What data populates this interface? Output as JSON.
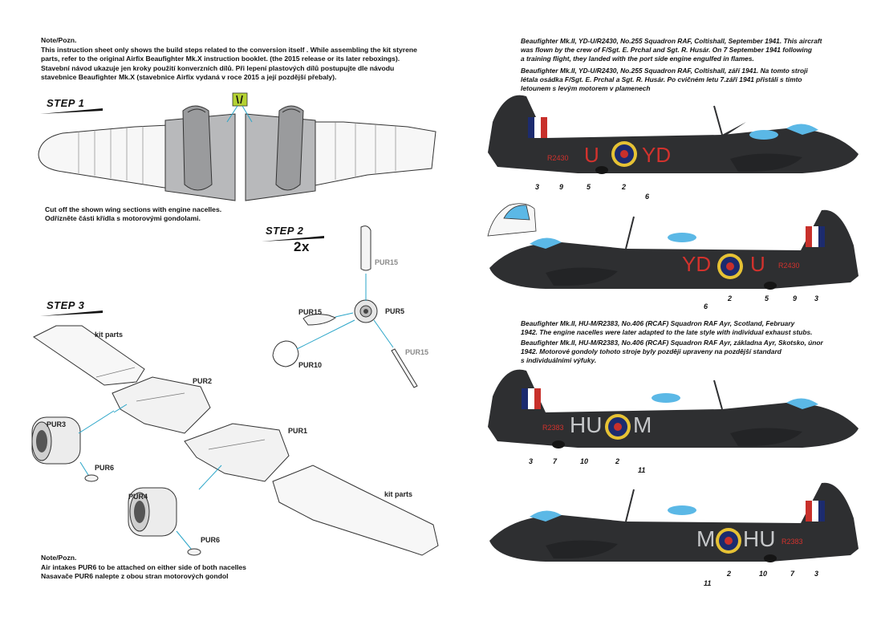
{
  "note_top": {
    "title": "Note/Pozn.",
    "lines": [
      "This instruction sheet only shows the build steps related to the conversion itself . While assembling the kit styrene",
      "parts, refer to the original Airfix Beaufighter Mk.X instruction booklet. (the 2015 release or its later reboxings).",
      "Stavební návod ukazuje jen kroky použití konverzních dílů. Při lepení plastových dílů postupujte dle návodu",
      "stavebnice Beaufighter Mk.X (stavebnice Airfix vydaná v roce 2015 a její pozdější přebaly)."
    ]
  },
  "step1": {
    "title": "STEP 1",
    "cut_lines": [
      "Cut off the shown wing sections with engine nacelles.",
      "Odřízněte části křídla s motorovými gondolami."
    ]
  },
  "step2": {
    "title": "STEP 2",
    "multiplier": "2x",
    "labels": {
      "pur15_top": "PUR15",
      "pur15_left": "PUR15",
      "pur5": "PUR5",
      "pur15_right": "PUR15",
      "pur10": "PUR10"
    }
  },
  "step3": {
    "title": "STEP 3",
    "labels": {
      "kit_parts_top": "kit parts",
      "pur2": "PUR2",
      "pur3": "PUR3",
      "pur6_a": "PUR6",
      "pur1": "PUR1",
      "pur4": "PUR4",
      "pur6_b": "PUR6",
      "kit_parts_bottom": "kit parts"
    }
  },
  "note_bottom": {
    "title": "Note/Pozn.",
    "lines": [
      "Air intakes PUR6 to be attached on either side of both nacelles",
      "Nasavače PUR6 nalepte z obou stran motorových gondol"
    ]
  },
  "aircraft1": {
    "caption_en": [
      "Beaufighter Mk.II, YD-U/R2430, No.255 Squadron RAF, Coltishall, September 1941. This aircraft",
      "was flown by the crew of F/Sgt. E. Prchal and Sgt. R. Husár. On 7 September 1941 following",
      "a training flight, they landed with the port side engine engulfed in flames."
    ],
    "caption_cz": [
      "Beaufighter Mk.II, YD-U/R2430, No.255 Squadron RAF, Coltishall, září 1941. Na tomto stroji",
      "létala osádka F/Sgt. E. Prchal a Sgt. R. Husár. Po cvičném letu 7.září 1941 přistáli s tímto",
      "letounem s levým motorem v plamenech"
    ],
    "serial": "R2430",
    "code_left": "U",
    "code_right": "YD",
    "callouts_a": [
      "3",
      "9",
      "5",
      "2",
      "6"
    ],
    "callouts_b": [
      "6",
      "2",
      "5",
      "9",
      "3"
    ]
  },
  "aircraft2": {
    "caption_en": [
      "Beaufighter Mk.II, HU-M/R2383, No.406 (RCAF) Squadron RAF Ayr, Scotland, February",
      "1942. The engine nacelles were later adapted to the late style with individual exhaust stubs."
    ],
    "caption_cz": [
      "Beaufighter Mk.II, HU-M/R2383, No.406 (RCAF) Squadron RAF Ayr, základna Ayr, Skotsko, únor",
      "1942. Motorové gondoly tohoto stroje byly později upraveny na pozdější standard",
      "s individuálními výfuky."
    ],
    "serial": "R2383",
    "code_a_left": "HU",
    "code_a_right": "M",
    "code_b_left": "M",
    "code_b_right": "HU",
    "callouts_a": [
      "3",
      "7",
      "10",
      "2",
      "11"
    ],
    "callouts_b": [
      "11",
      "2",
      "10",
      "7",
      "3"
    ]
  },
  "colors": {
    "aircraft": "#2e2f31",
    "code_red": "#d2322d",
    "code_grey": "#c5c7c9",
    "leader": "#2aa5c8",
    "callout_green": "#2e9a52"
  }
}
